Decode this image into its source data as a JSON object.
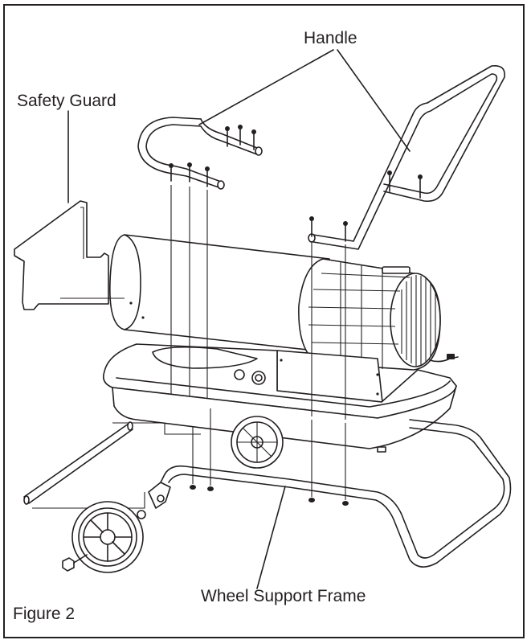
{
  "labels": {
    "handle": "Handle",
    "safety_guard": "Safety Guard",
    "wheel_support_frame": "Wheel Support Frame",
    "figure": "Figure 2"
  },
  "colors": {
    "line": "#231f20",
    "background": "#ffffff"
  },
  "icons": [
    "bolt-icon",
    "nut-icon",
    "wheel-icon",
    "axle-icon"
  ]
}
